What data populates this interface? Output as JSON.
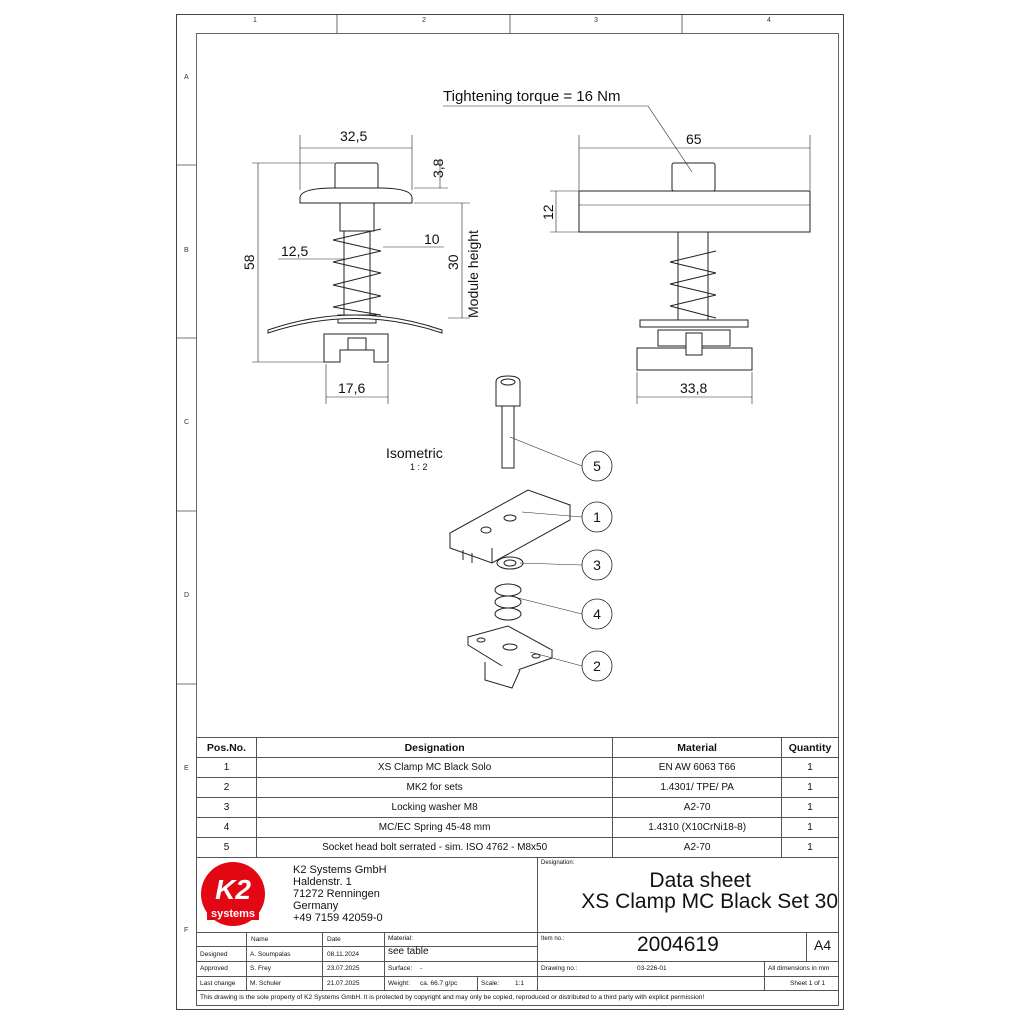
{
  "zones": {
    "columns": [
      "1",
      "2",
      "3",
      "4"
    ],
    "rows": [
      "A",
      "B",
      "C",
      "D",
      "E",
      "F"
    ]
  },
  "drawing": {
    "torque_label": "Tightening torque = 16 Nm",
    "dims": {
      "d32_5": "32,5",
      "d3_8": "3,8",
      "d58": "58",
      "d12_5": "12,5",
      "d10": "10",
      "d30": "30",
      "module_height": "Module height",
      "d17_6": "17,6",
      "d65": "65",
      "d12": "12",
      "d33_8": "33,8"
    },
    "isometric_label": "Isometric",
    "isometric_scale": "1 : 2",
    "balloons": [
      "5",
      "1",
      "3",
      "4",
      "2"
    ]
  },
  "bom": {
    "headers": [
      "Pos.No.",
      "Designation",
      "Material",
      "Quantity"
    ],
    "rows": [
      [
        "1",
        "XS Clamp MC Black Solo",
        "EN AW 6063 T66",
        "1"
      ],
      [
        "2",
        "MK2 for sets",
        "1.4301/ TPE/ PA",
        "1"
      ],
      [
        "3",
        "Locking washer M8",
        "A2-70",
        "1"
      ],
      [
        "4",
        "MC/EC Spring 45-48 mm",
        "1.4310 (X10CrNi18-8)",
        "1"
      ],
      [
        "5",
        "Socket head bolt serrated - sim. ISO 4762 - M8x50",
        "A2-70",
        "1"
      ]
    ]
  },
  "logo": {
    "brand": "K2",
    "sub": "systems",
    "color": "#e30613"
  },
  "company": {
    "name": "K2 Systems GmbH",
    "street": "Haldenstr. 1",
    "city": "71272 Renningen",
    "country": "Germany",
    "phone": "+49 7159 42059-0"
  },
  "title_block": {
    "designation_label": "Designation:",
    "title_line1": "Data sheet",
    "title_line2": "XS Clamp MC Black Set 30",
    "name_label": "Name",
    "date_label": "Date",
    "material_label": "Material:",
    "material_value": "see table",
    "item_label": "Item no.:",
    "item_no": "2004619",
    "format": "A4",
    "designed_label": "Designed",
    "designed_name": "A. Soumpalas",
    "designed_date": "08.11.2024",
    "approved_label": "Approved",
    "approved_name": "S. Frey",
    "approved_date": "23.07.2025",
    "last_change_label": "Last change",
    "last_change_name": "M. Schuler",
    "last_change_date": "21.07.2025",
    "surface_label": "Surface:",
    "surface_value": "-",
    "weight_label": "Weight:",
    "weight_value": "ca. 66.7 g/pc",
    "scale_label": "Scale:",
    "scale_value": "1:1",
    "drawing_no_label": "Drawing no.:",
    "drawing_no": "03-226-01",
    "units_note": "All dimensions in mm",
    "sheet": "Sheet 1 of 1",
    "copyright": "This drawing is the sole property of K2 Systems GmbH.  It is protected by copyright and may only be copied, reproduced or distributed to a third party with explicit permission!"
  }
}
